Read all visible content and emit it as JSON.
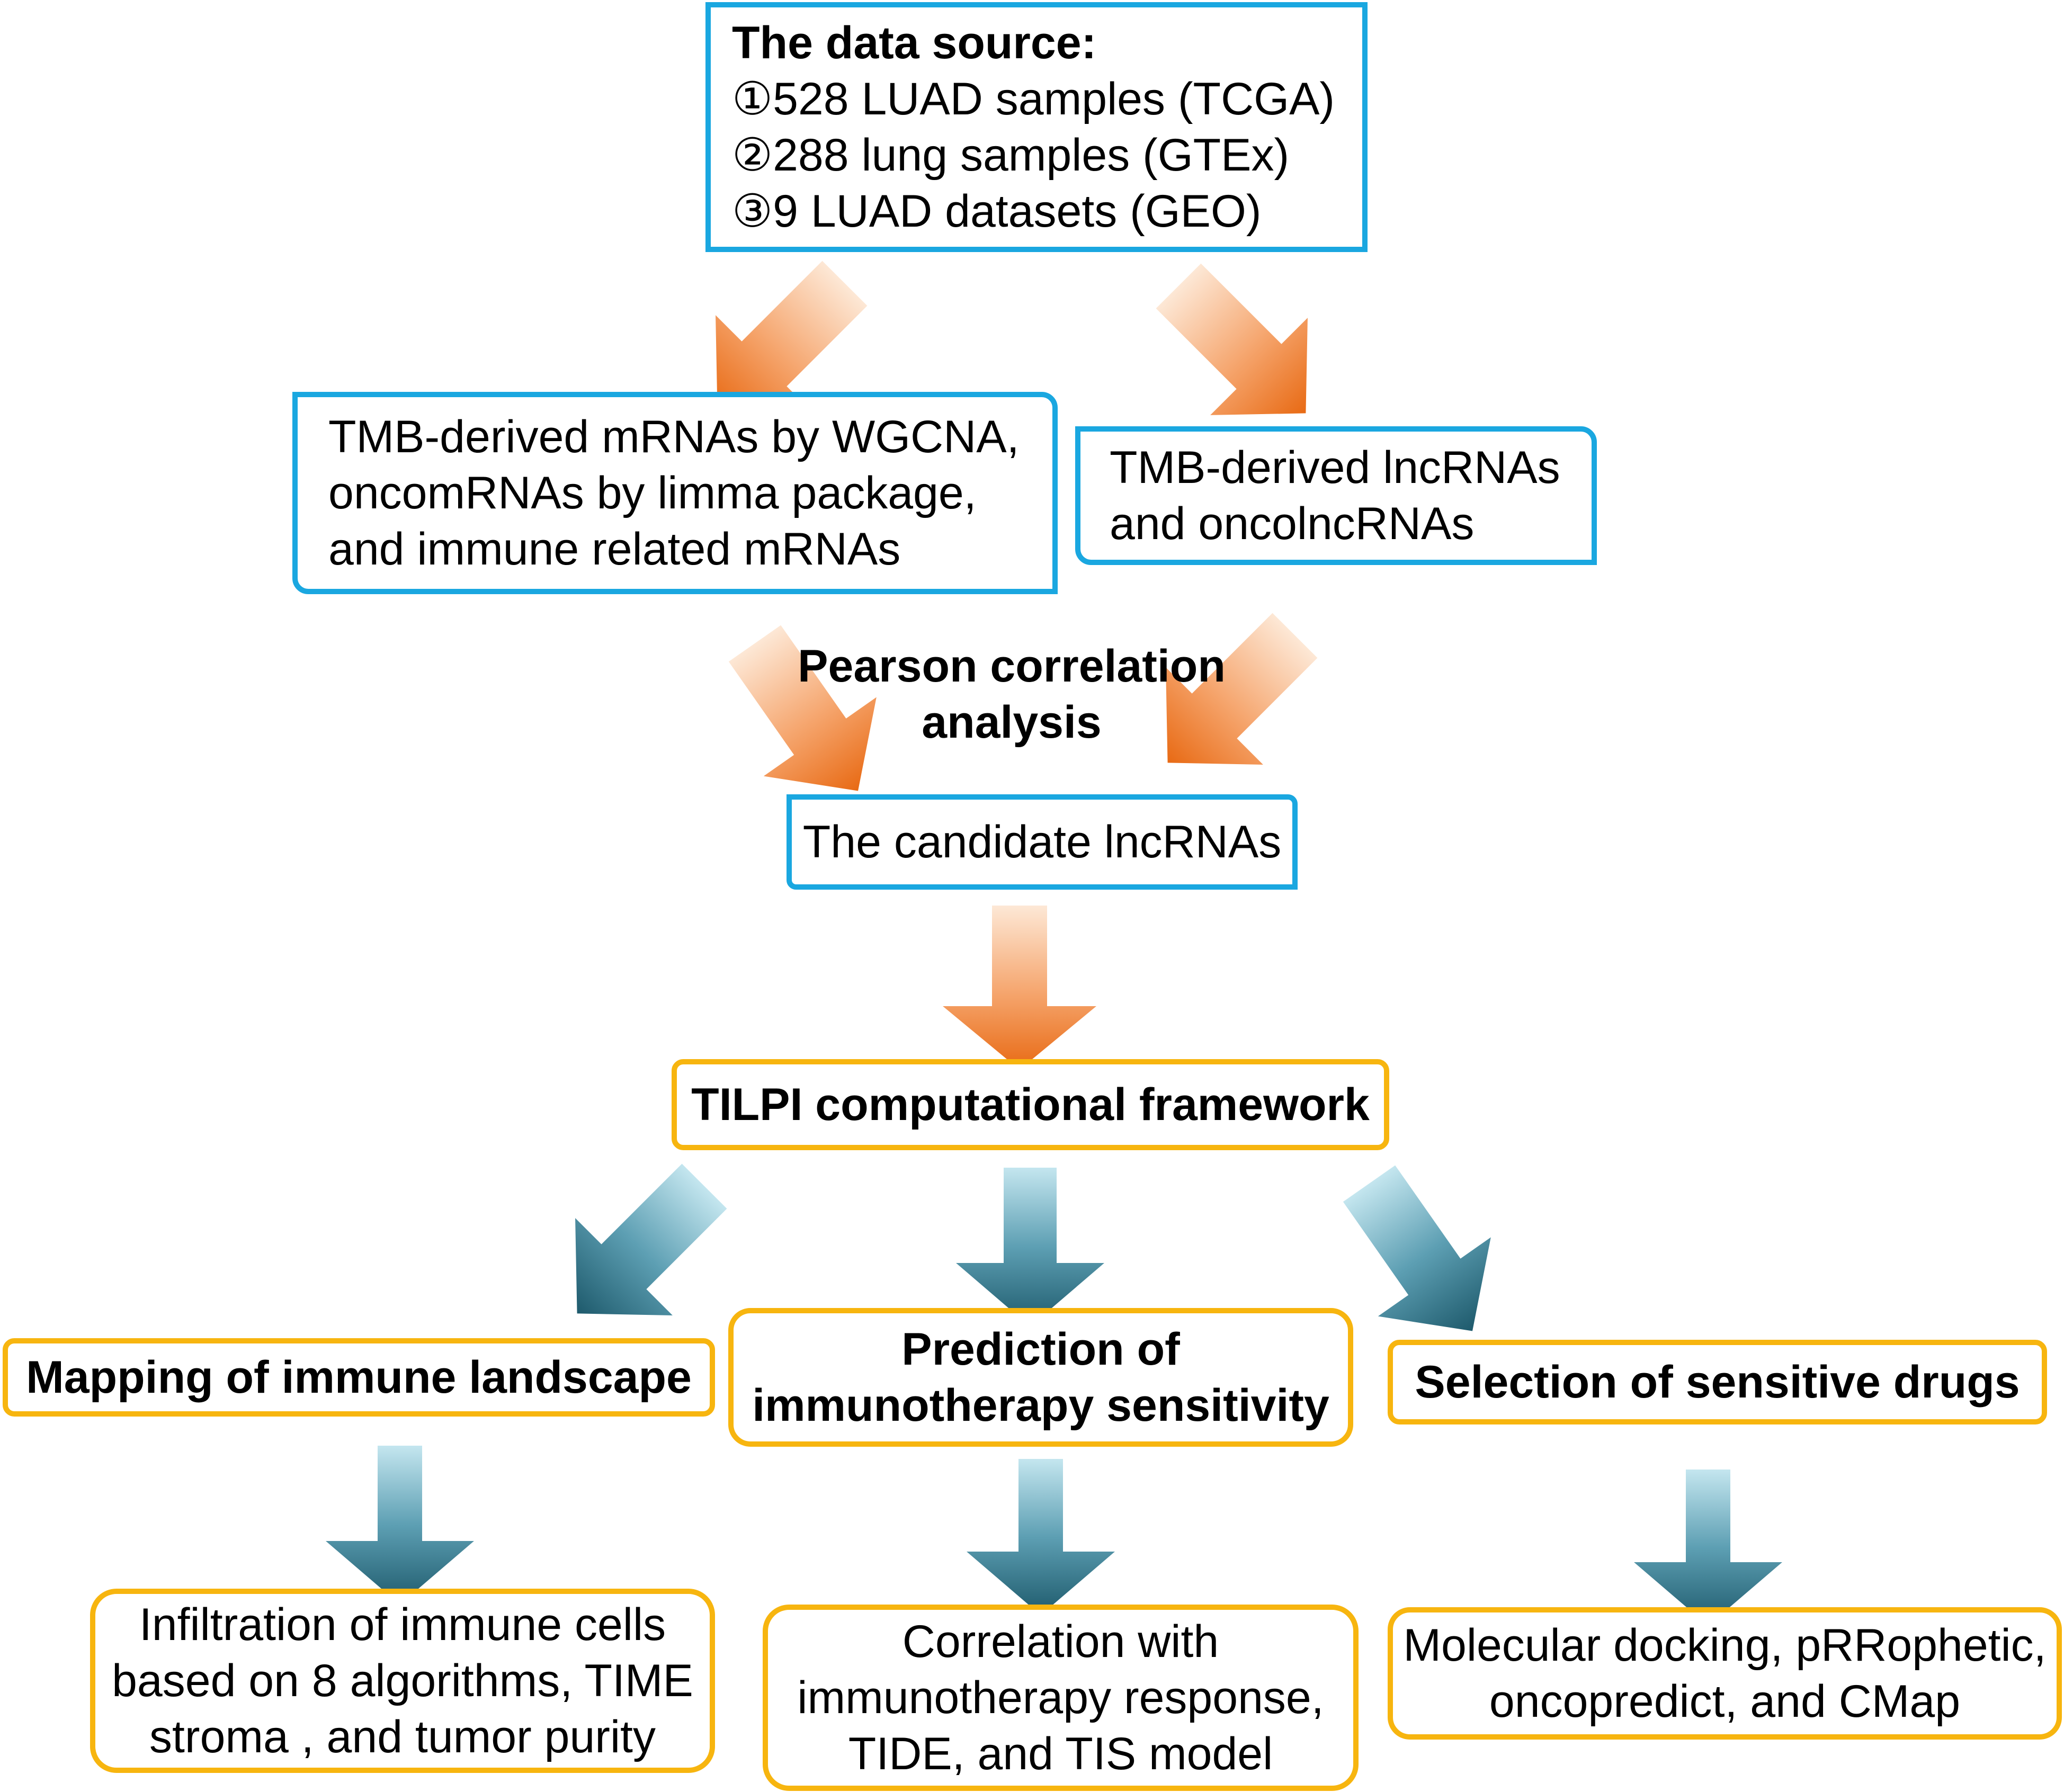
{
  "source": {
    "title": "The data source:",
    "items": [
      "①528 LUAD samples (TCGA)",
      "②288 lung samples (GTEx)",
      "③9 LUAD datasets (GEO)"
    ]
  },
  "mrna_box": {
    "lines": [
      "TMB-derived mRNAs by WGCNA,",
      "oncomRNAs by limma package,",
      "and immune related mRNAs"
    ]
  },
  "lncrna_box": {
    "lines": [
      "TMB-derived lncRNAs",
      "and oncolncRNAs"
    ]
  },
  "pearson_label": {
    "lines": [
      "Pearson correlation",
      "analysis"
    ]
  },
  "candidate_box": {
    "text": "The candidate lncRNAs"
  },
  "framework_box": {
    "text": "TILPI computational framework"
  },
  "branches": [
    {
      "title": [
        "Mapping of immune landscape"
      ],
      "detail": [
        "Infiltration of immune cells",
        "based on 8 algorithms, TIME",
        "stroma , and tumor purity"
      ]
    },
    {
      "title": [
        "Prediction of",
        "immunotherapy sensitivity"
      ],
      "detail": [
        "Correlation with",
        "immunotherapy response,",
        "TIDE, and TIS model"
      ]
    },
    {
      "title": [
        "Selection of sensitive drugs"
      ],
      "detail": [
        "Molecular docking, pRRophetic,",
        "oncopredict, and CMap"
      ]
    }
  ],
  "colors": {
    "blue_border": "#1aa7e0",
    "gold_border": "#f7b50f",
    "orange_arrow_light": "#fde0c8",
    "orange_arrow_dark": "#e86a14",
    "teal_arrow_light": "#b2dbe7",
    "teal_arrow_dark": "#1e5a6c"
  }
}
